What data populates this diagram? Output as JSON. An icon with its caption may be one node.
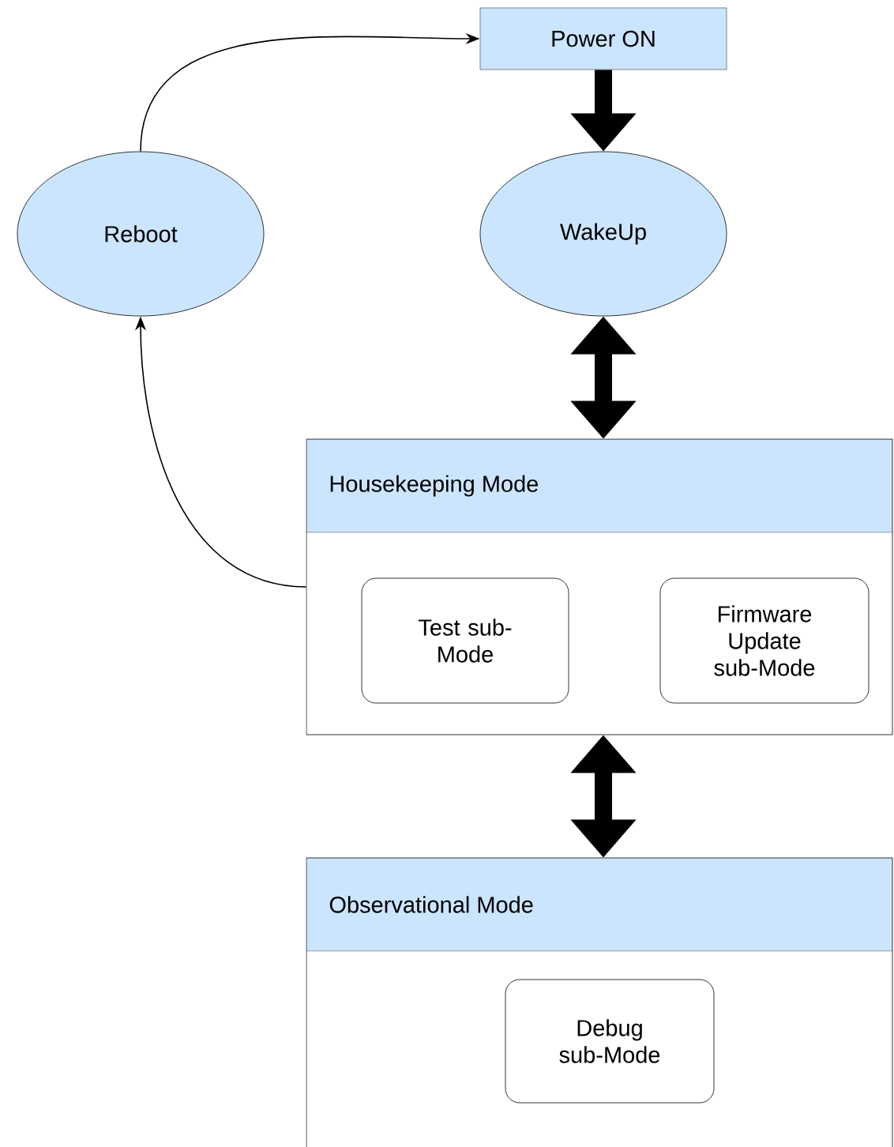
{
  "diagram": {
    "nodes": [
      {
        "text": [
          "Power ON"
        ]
      },
      {
        "text": [
          "Reboot"
        ]
      },
      {
        "text": [
          "WakeUp"
        ]
      },
      {
        "text": [
          "Housekeeping Mode"
        ]
      },
      {
        "text": [
          "Test sub-Mode"
        ],
        "in": 3
      },
      {
        "text": [
          "Firmware Update sub-Mode"
        ],
        "in": 3
      },
      {
        "text": [
          "Observational Mode"
        ]
      },
      {
        "text": [
          "Debug sub-Mode"
        ],
        "in": 6
      }
    ],
    "edges": [
      {
        "from": 0,
        "to": 2,
        "arrow": "to"
      },
      {
        "from": 2,
        "to": 3,
        "arrow": "both"
      },
      {
        "from": 3,
        "to": 6,
        "arrow": "both"
      },
      {
        "from": 1,
        "to": 0,
        "arrow": "to"
      },
      {
        "from": 3,
        "to": 1,
        "arrow": "to"
      }
    ]
  }
}
